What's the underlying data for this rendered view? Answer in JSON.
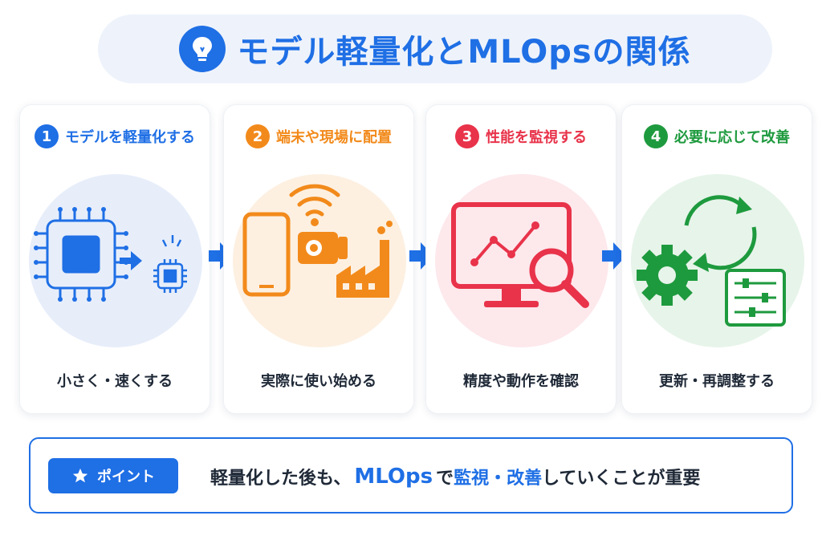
{
  "title": "モデル軽量化とMLOpsの関係",
  "colors": {
    "blue": "#1f6fe5",
    "orange": "#f28a1b",
    "red": "#e8334a",
    "green": "#1e9a3e"
  },
  "steps": [
    {
      "number": "1",
      "title": "モデルを軽量化する",
      "caption": "小さく・速くする",
      "color": "#1f6fe5",
      "icon": "chip-shrink-icon"
    },
    {
      "number": "2",
      "title": "端末や現場に配置",
      "caption": "実際に使い始める",
      "color": "#f28a1b",
      "icon": "device-deploy-icon"
    },
    {
      "number": "3",
      "title": "性能を監視する",
      "caption": "精度や動作を確認",
      "color": "#e8334a",
      "icon": "monitor-search-icon"
    },
    {
      "number": "4",
      "title": "必要に応じて改善",
      "caption": "更新・再調整する",
      "color": "#1e9a3e",
      "icon": "gear-cycle-icon"
    }
  ],
  "point": {
    "label": "ポイント",
    "text_1": "軽量化した後も、",
    "text_2": "MLOps",
    "text_3": "で",
    "text_4": "監視・改善",
    "text_5": "していくことが重要"
  }
}
